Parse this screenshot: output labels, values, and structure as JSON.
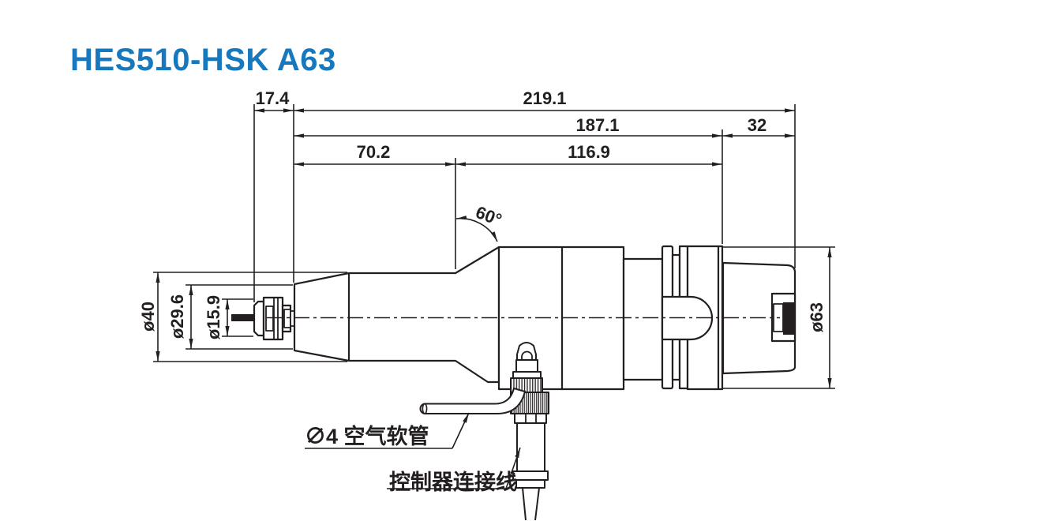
{
  "title": "HES510-HSK A63",
  "colors": {
    "accent": "#1878be",
    "line": "#231f20"
  },
  "dimensions": {
    "collet_overhang": "17.4",
    "overall_length": "219.1",
    "body_length": "187.1",
    "shank_length": "32",
    "nose_length": "70.2",
    "housing_length": "116.9",
    "taper_angle": "60°",
    "nose_diameter": "ø40",
    "front_diameter": "ø29.6",
    "collet_nose_diameter": "ø15.9",
    "flange_diameter": "ø63"
  },
  "callouts": {
    "air_hose": "∅4 空气软管",
    "controller_cable": "控制器连接线"
  }
}
